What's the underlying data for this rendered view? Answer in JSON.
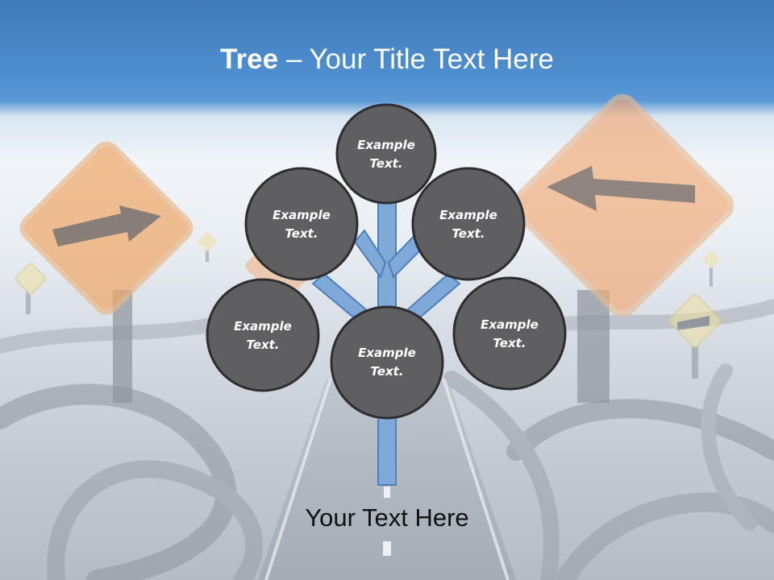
{
  "slide": {
    "title_bold": "Tree",
    "title_rest": " – Your Title Text Here",
    "footer_text": "Your Text Here"
  },
  "tree": {
    "nodes": [
      {
        "id": "top",
        "line1": "Example",
        "line2": "Text."
      },
      {
        "id": "upper-left",
        "line1": "Example",
        "line2": "Text."
      },
      {
        "id": "upper-right",
        "line1": "Example",
        "line2": "Text."
      },
      {
        "id": "lower-left",
        "line1": "Example",
        "line2": "Text."
      },
      {
        "id": "center",
        "line1": "Example",
        "line2": "Text."
      },
      {
        "id": "lower-right",
        "line1": "Example",
        "line2": "Text."
      }
    ]
  },
  "colors": {
    "node_fill": "#5f5f61",
    "node_stroke": "#2e2e30",
    "branch_fill": "#7ea9d8",
    "branch_stroke": "#4f7fb8",
    "title_bar": "#4f8fd0"
  }
}
